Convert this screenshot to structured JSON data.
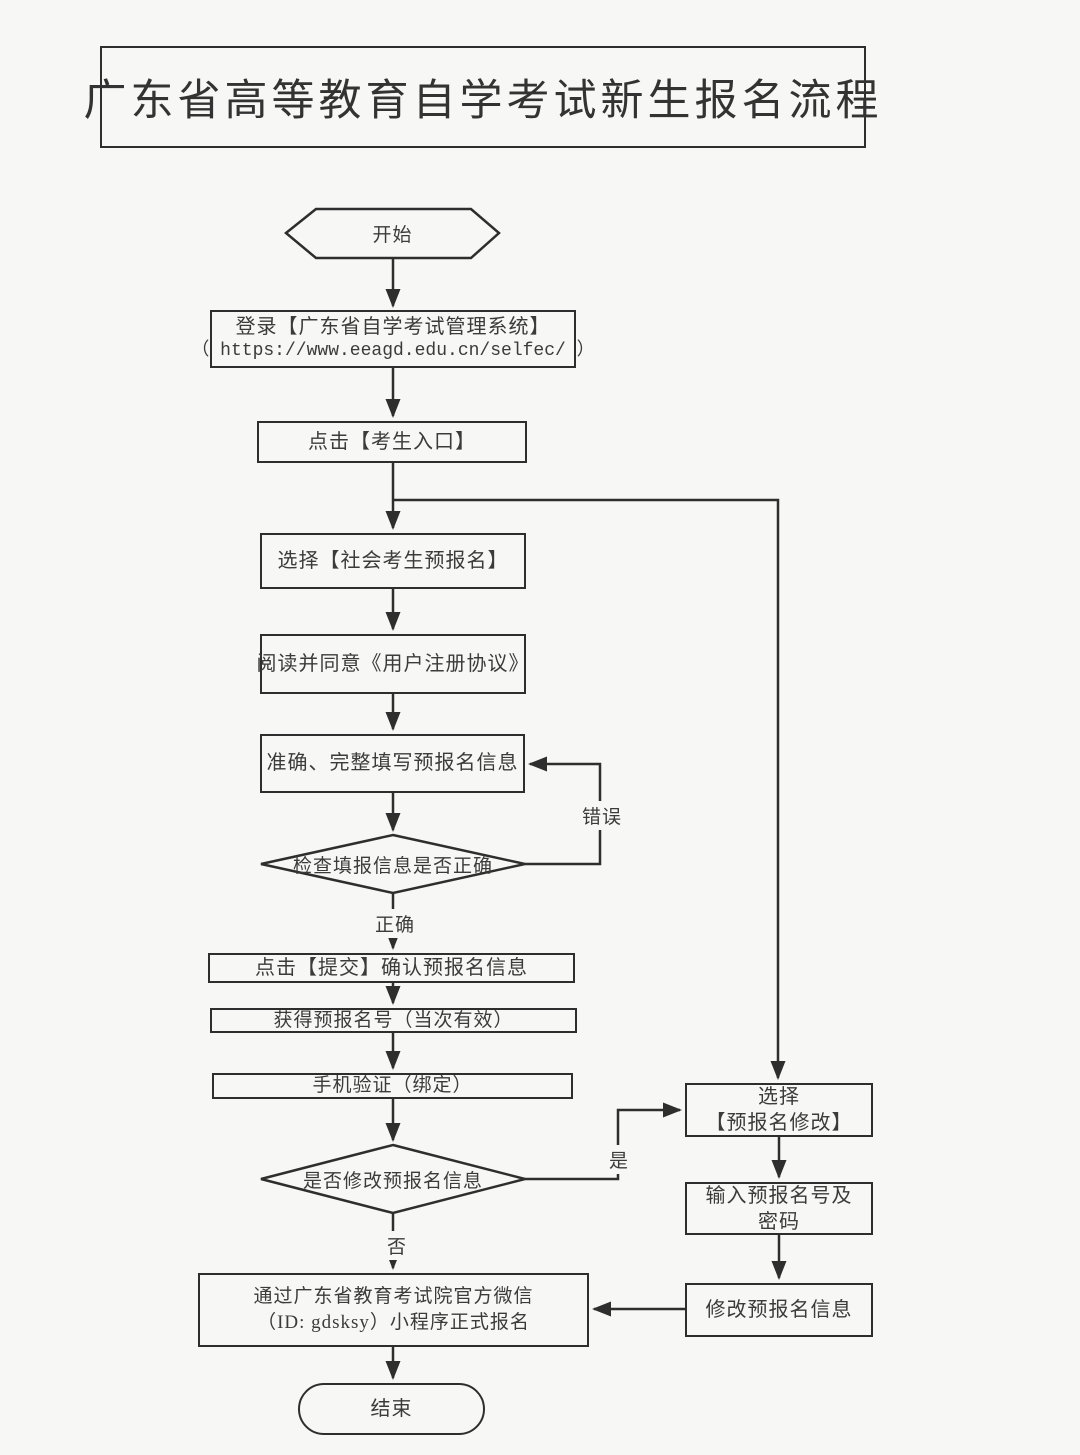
{
  "title": "广东省高等教育自学考试新生报名流程",
  "nodes": {
    "start": "开始",
    "login": {
      "line1": "登录【广东省自学考试管理系统】",
      "line2": "（ https://www.eeagd.edu.cn/selfec/ ）"
    },
    "click_entry": "点击【考生入口】",
    "select_prereg": "选择【社会考生预报名】",
    "read_agreement": "阅读并同意《用户注册协议》",
    "fill_info": "准确、完整填写预报名信息",
    "check_info": "检查填报信息是否正确",
    "click_submit": "点击【提交】确认预报名信息",
    "get_number": "获得预报名号（当次有效）",
    "phone_verify": "手机验证（绑定）",
    "modify_decision": "是否修改预报名信息",
    "official_register": {
      "line1": "通过广东省教育考试院官方微信",
      "line2": "（ID: gdsksy）小程序正式报名"
    },
    "end": "结束",
    "select_modify": {
      "line1": "选择",
      "line2": "【预报名修改】"
    },
    "input_number": {
      "line1": "输入预报名号及",
      "line2": "密码"
    },
    "modify_info": "修改预报名信息"
  },
  "edges": {
    "error": "错误",
    "correct": "正确",
    "yes": "是",
    "no": "否"
  },
  "colors": {
    "background": "#f7f7f5",
    "line": "#2e2e2e",
    "text": "#3b3b3b"
  }
}
